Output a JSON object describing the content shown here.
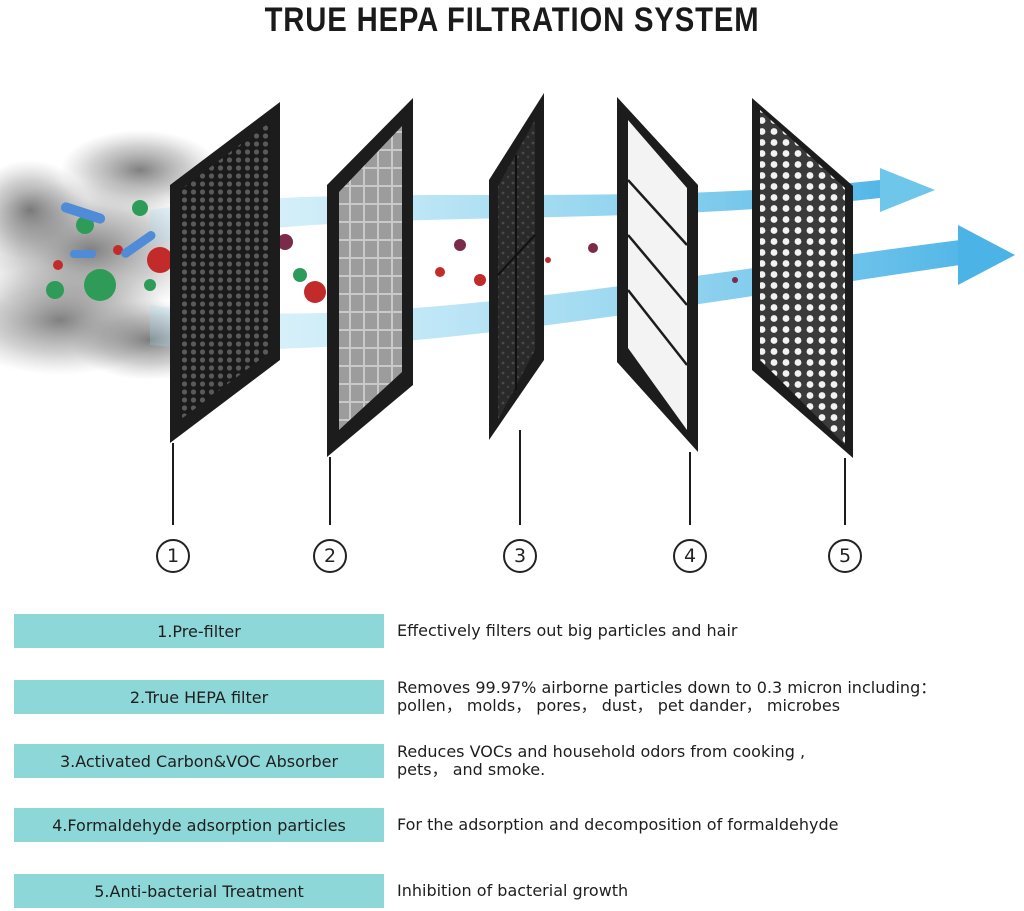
{
  "title": "TRUE HEPA FILTRATION SYSTEM",
  "markers": [
    "1",
    "2",
    "3",
    "4",
    "5"
  ],
  "layers": [
    {
      "name": "1.Pre-filter",
      "desc": [
        "Effectively filters out big particles and hair"
      ]
    },
    {
      "name": "2.True HEPA filter",
      "desc": [
        "Removes 99.97% airborne particles down to 0.3 micron including：",
        "pollen，  molds，  pores， dust， pet dander，  microbes"
      ]
    },
    {
      "name": "3.Activated Carbon&VOC Absorber",
      "desc": [
        "Reduces VOCs and household odors from cooking ,",
        "pets，  and smoke."
      ]
    },
    {
      "name": "4.Formaldehyde  adsorption particles",
      "desc": [
        "For the adsorption and decomposition of formaldehyde"
      ]
    },
    {
      "name": "5.Anti-bacterial Treatment",
      "desc": [
        "Inhibition of bacterial growth"
      ]
    }
  ],
  "colors": {
    "label_bar": "#8ed7d8",
    "airflow": "#6ec6ea",
    "frame": "#1c1c1c"
  }
}
